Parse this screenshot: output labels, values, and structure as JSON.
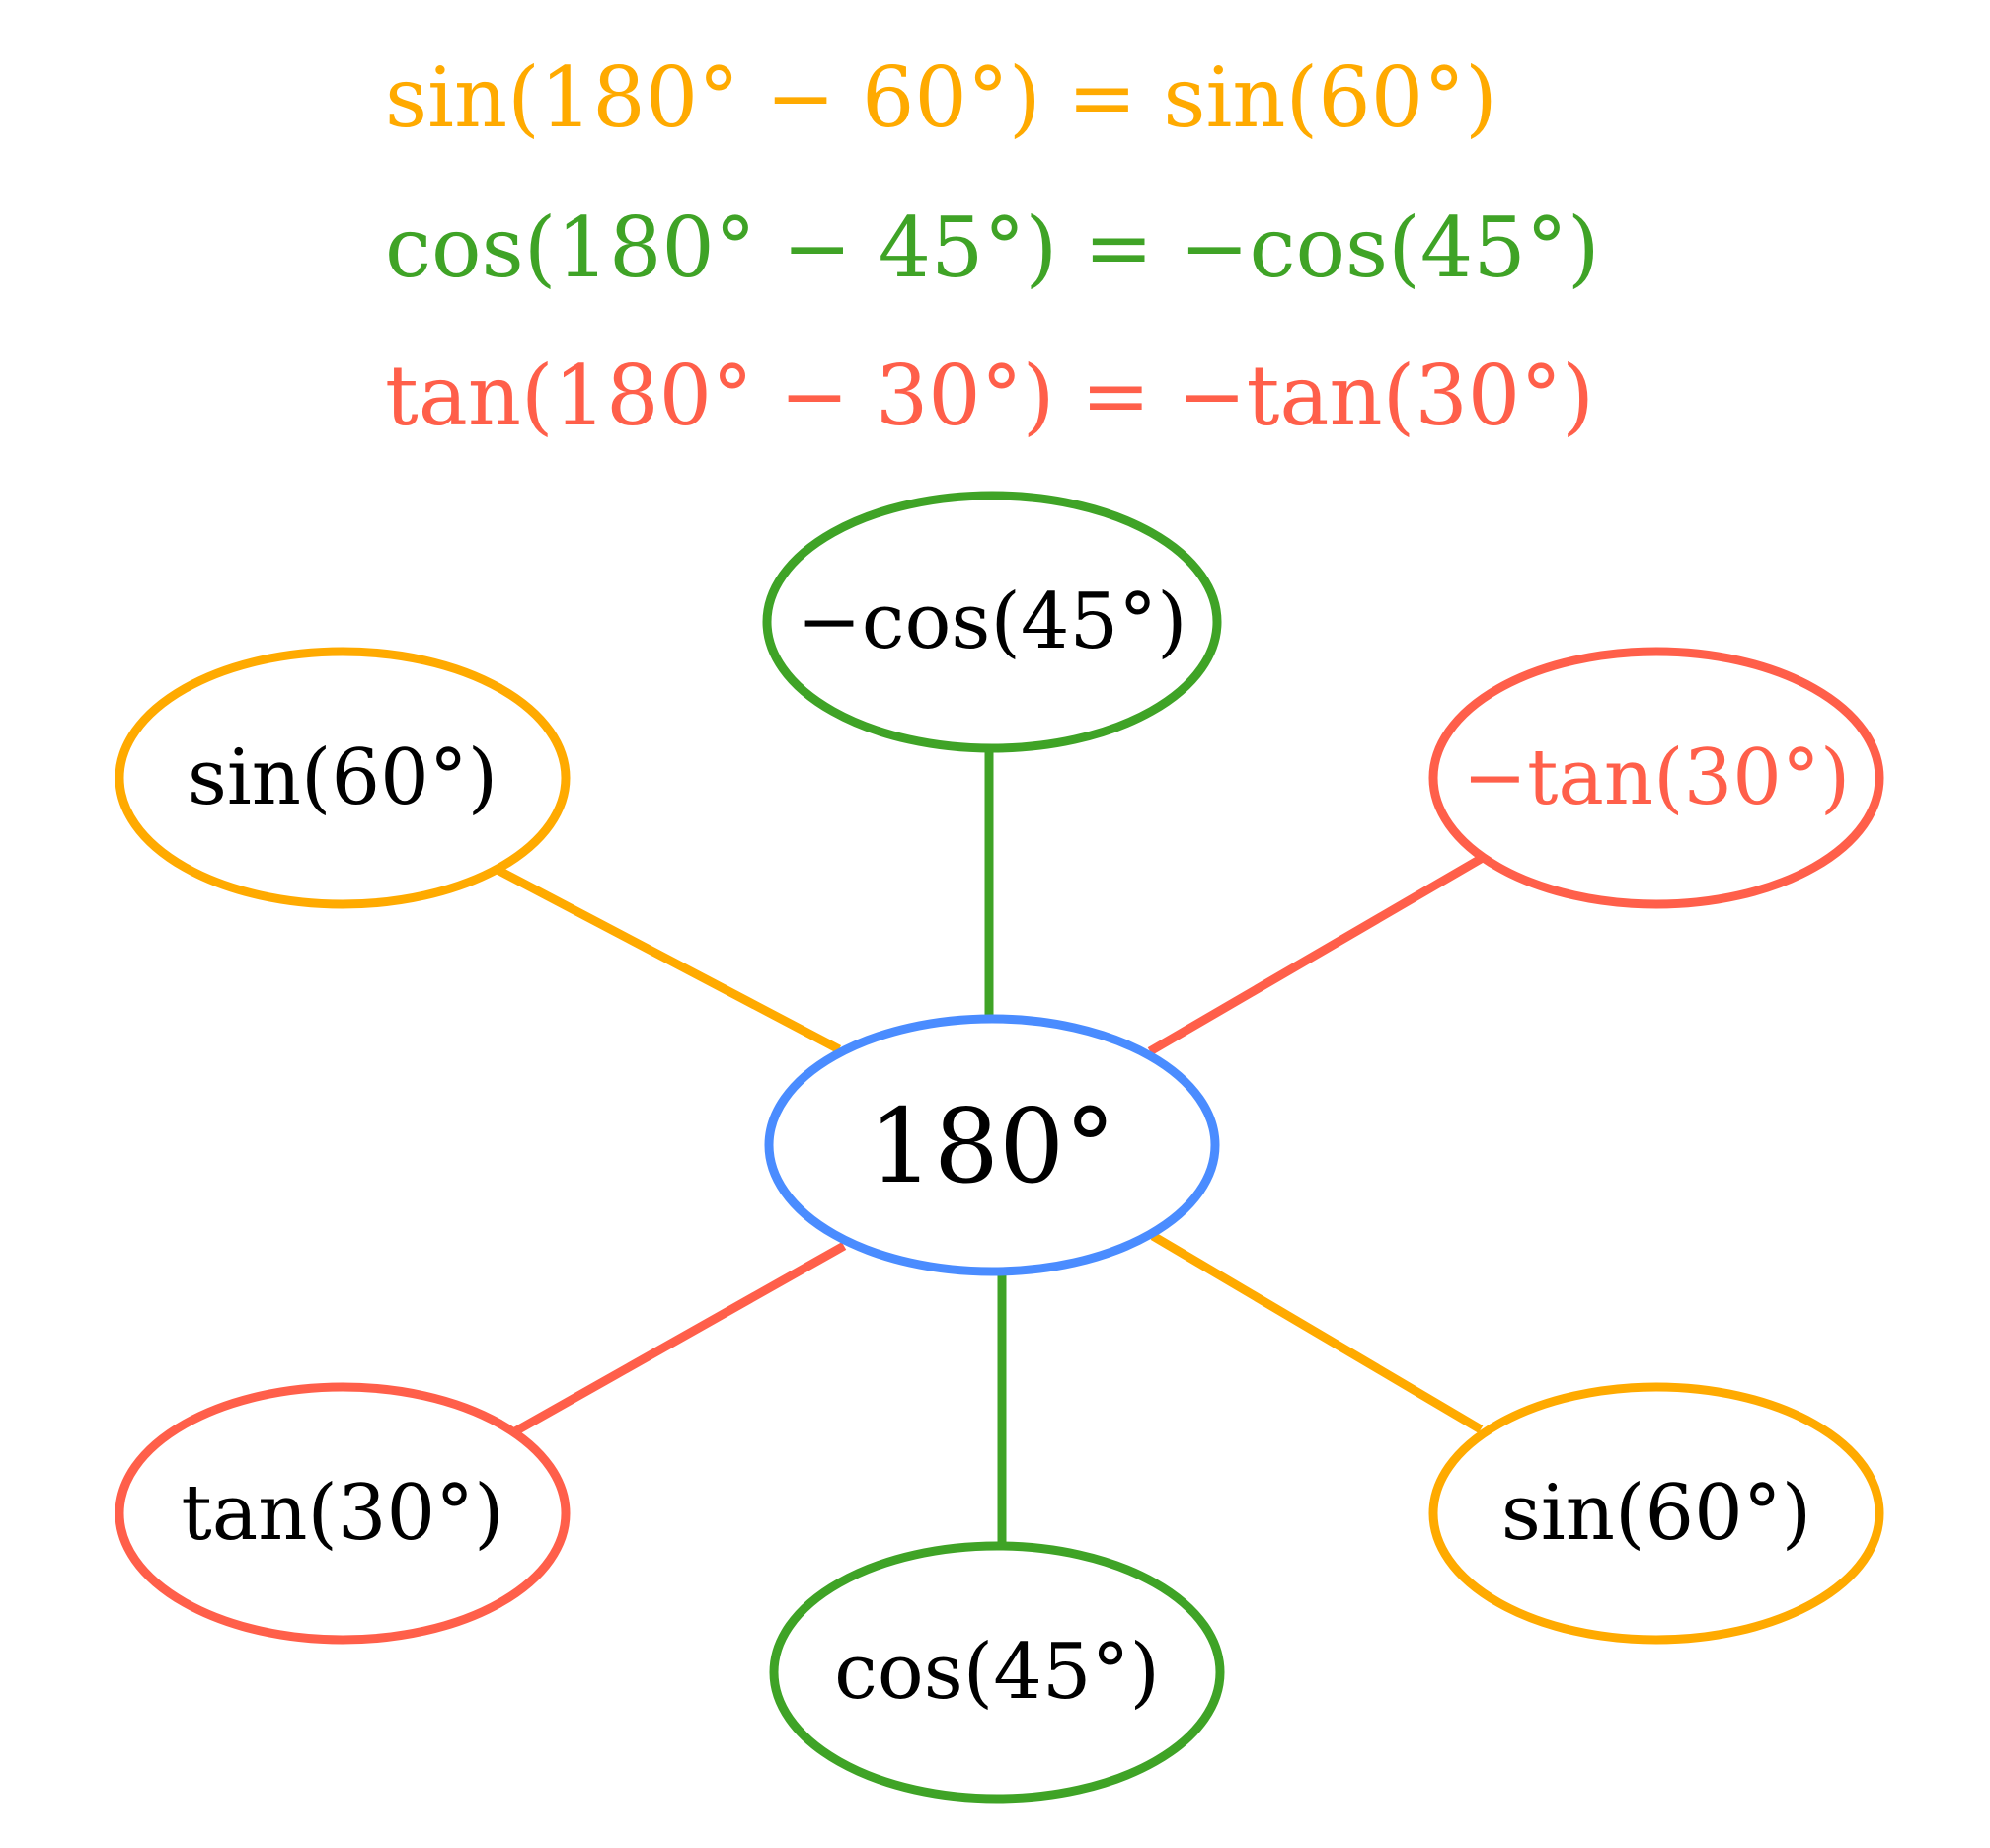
{
  "colors": {
    "sin": "#FFAA00",
    "cos": "#3FA326",
    "tan": "#FF5F4A",
    "center": "#4A8CFF",
    "text": "#000000"
  },
  "equations": [
    {
      "text": "sin(180° − 60°) = sin(60°)",
      "color_key": "sin"
    },
    {
      "text": "cos(180° − 45°) = −cos(45°)",
      "color_key": "cos"
    },
    {
      "text": "tan(180° − 30°) = −tan(30°)",
      "color_key": "tan"
    }
  ],
  "center": {
    "label": "180°"
  },
  "nodes": [
    {
      "id": "top",
      "label": "−cos(45°)",
      "color_key": "cos",
      "label_color_key": "text"
    },
    {
      "id": "upper-left",
      "label": "sin(60°)",
      "color_key": "sin",
      "label_color_key": "text"
    },
    {
      "id": "upper-right",
      "label": "−tan(30°)",
      "color_key": "tan",
      "label_color_key": "tan"
    },
    {
      "id": "lower-left",
      "label": "tan(30°)",
      "color_key": "tan",
      "label_color_key": "text"
    },
    {
      "id": "bottom",
      "label": "cos(45°)",
      "color_key": "cos",
      "label_color_key": "text"
    },
    {
      "id": "lower-right",
      "label": "sin(60°)",
      "color_key": "sin",
      "label_color_key": "text"
    }
  ]
}
